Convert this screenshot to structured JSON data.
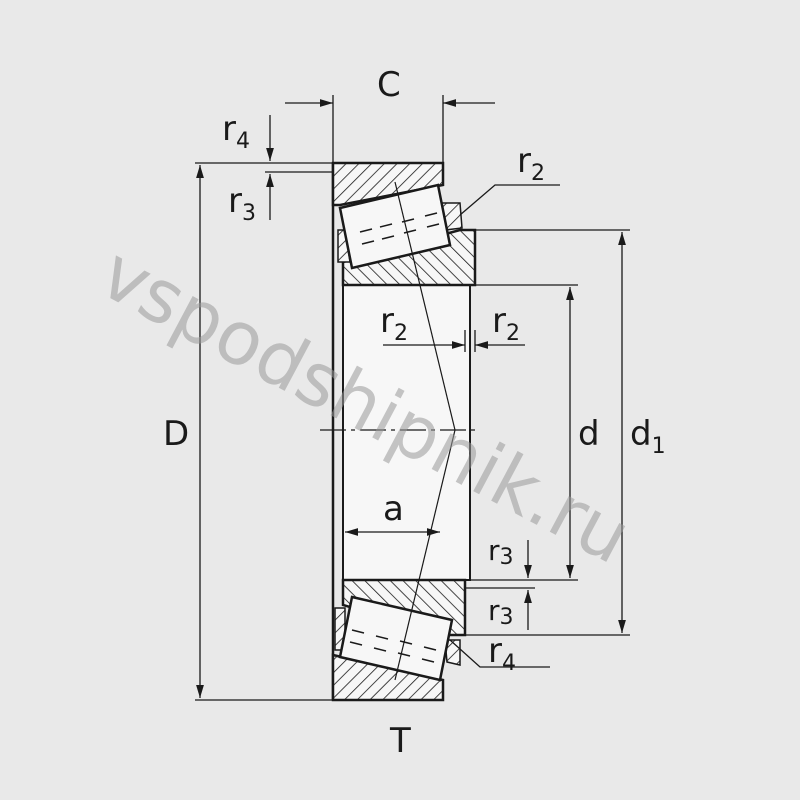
{
  "labels": {
    "C": "C",
    "D": "D",
    "T": "T",
    "d": "d",
    "d1_base": "d",
    "d1_sub": "1",
    "a": "a",
    "r": "r",
    "r4_top_sub": "4",
    "r3_top_sub": "3",
    "r2_top_sub": "2",
    "r2_mid_left_sub": "2",
    "r2_mid_right_sub": "2",
    "r3_bot1_sub": "3",
    "r3_bot2_sub": "3",
    "r4_bot_sub": "4"
  },
  "watermark": "vspodshipnik.ru",
  "colors": {
    "line": "#1a1a1a",
    "background": "#e9e9e9",
    "part_fill": "#f7f7f7",
    "watermark": "#9a9a9a"
  }
}
